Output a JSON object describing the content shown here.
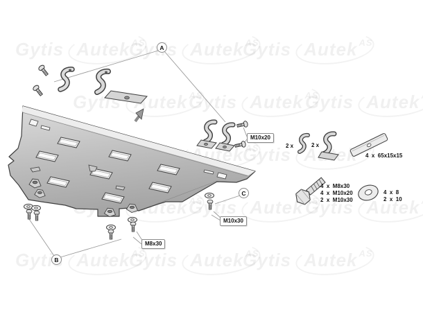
{
  "watermark": {
    "word1": "Gytis",
    "word2": "Autek",
    "sup": "AS"
  },
  "callouts": {
    "a": "A",
    "b": "B",
    "c": "C",
    "bracket_bolt_label": "M10x20",
    "bottom_bolt_label": "M8x30",
    "side_bolt_label": "M10x30"
  },
  "parts_list": {
    "bracket_small_qty": "2 x",
    "bracket_large_qty": "2 x",
    "spacer_row": "4  x  65x15x15",
    "bolt_rows": [
      "4  x  M8x30",
      "4  x  M10x20",
      "2  x  M10x30"
    ],
    "washer_rows": [
      "4  x  8",
      "2  x  10"
    ]
  }
}
